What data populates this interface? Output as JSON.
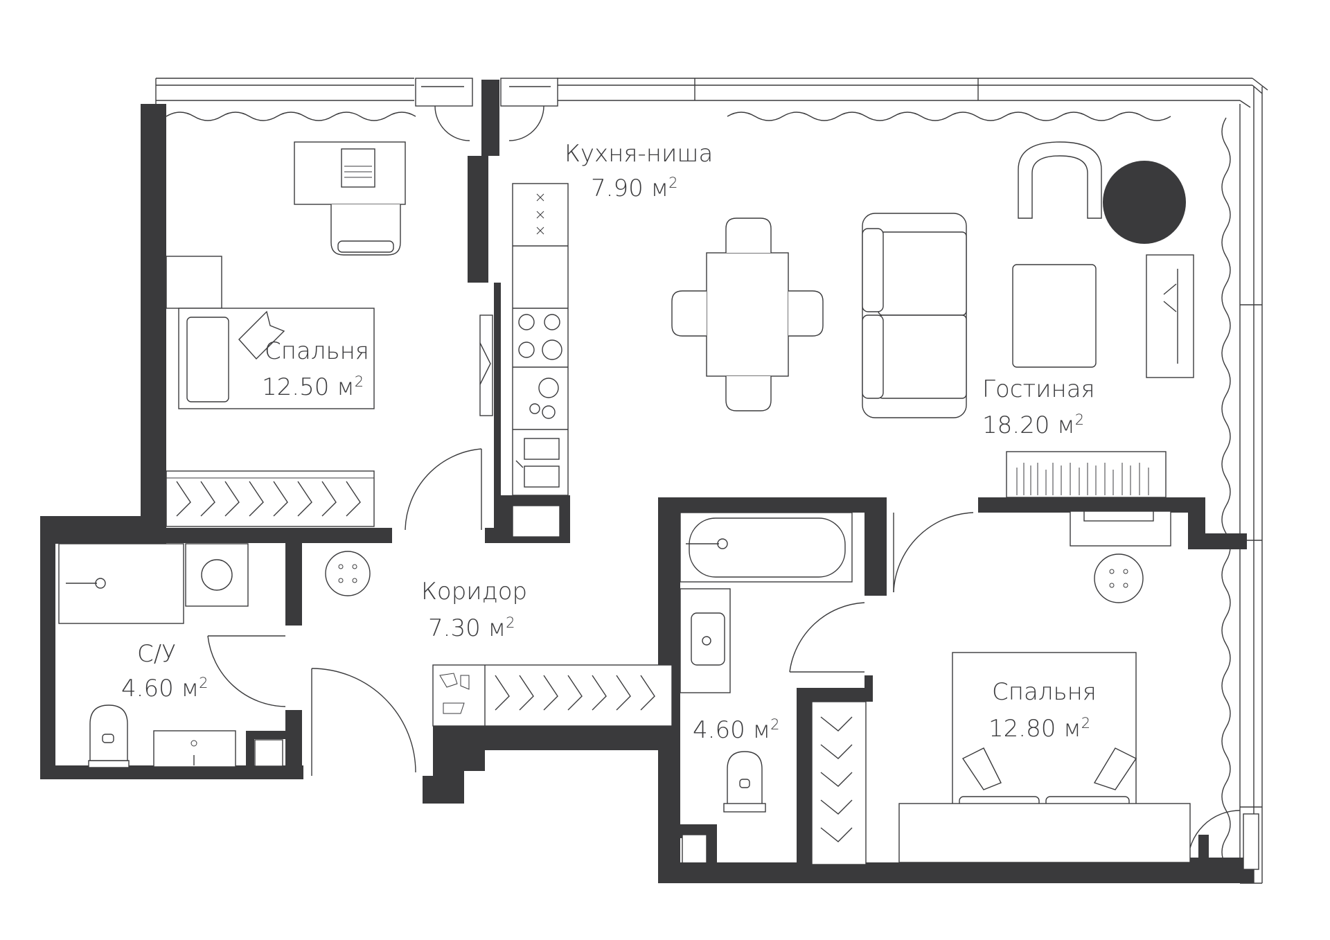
{
  "rooms": {
    "kitchen": {
      "name": "Кухня-ниша",
      "area": "7.90 м",
      "unit_sup": "2"
    },
    "bedroom1": {
      "name": "Спальня",
      "area": "12.50 м",
      "unit_sup": "2"
    },
    "living": {
      "name": "Гостиная",
      "area": "18.20 м",
      "unit_sup": "2"
    },
    "corridor": {
      "name": "Коридор",
      "area": "7.30 м",
      "unit_sup": "2"
    },
    "wc1": {
      "name": "С/У",
      "area": "4.60 м",
      "unit_sup": "2"
    },
    "wc2": {
      "area": "4.60 м",
      "unit_sup": "2"
    },
    "bedroom2": {
      "name": "Спальня",
      "area": "12.80 м",
      "unit_sup": "2"
    }
  },
  "colors": {
    "wall": "#3a3a3c",
    "background": "#ffffff"
  },
  "icons": [
    "wardrobe-icon",
    "bed-icon",
    "desk-icon",
    "laptop-icon",
    "chair-icon",
    "stove-icon",
    "sink-icon",
    "toilet-icon",
    "bathtub-icon",
    "washing-machine-icon",
    "shower-icon",
    "dining-table-icon",
    "sofa-icon",
    "armchair-icon",
    "round-plant-icon",
    "tv-stand-icon",
    "bookshelf-icon",
    "door-swing-icon",
    "window-icon"
  ]
}
